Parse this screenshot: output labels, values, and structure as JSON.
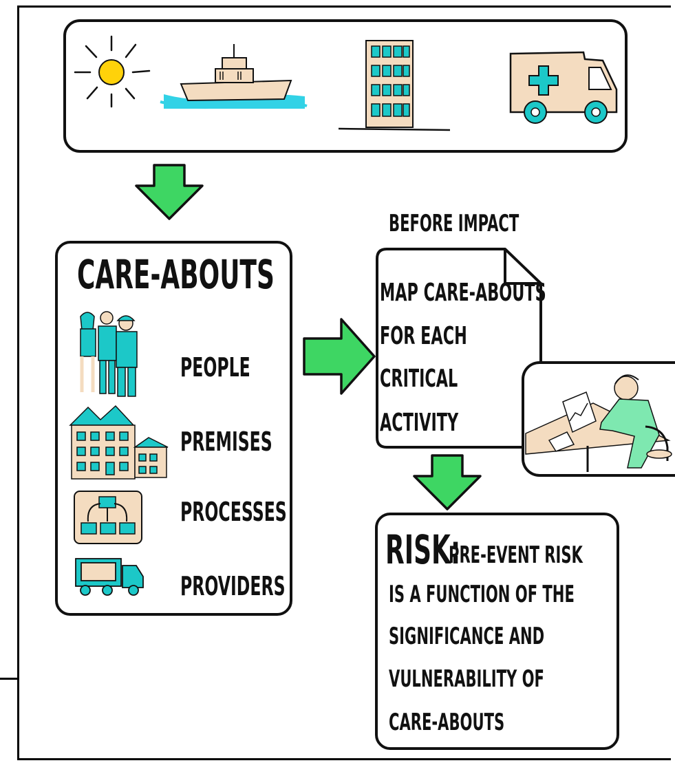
{
  "colors": {
    "arrow_green": "#3ed663",
    "skin": "#f4dcc0",
    "teal": "#1cc8c8",
    "sun": "#ffd20a",
    "water": "#32d2e6"
  },
  "icons": {
    "top_row": [
      "sun-icon",
      "ship-icon",
      "building-icon",
      "ambulance-icon"
    ],
    "care_abouts": [
      "people-icon",
      "premises-icon",
      "processes-icon",
      "providers-icon"
    ],
    "worker": "person-at-desk-icon"
  },
  "care_abouts": {
    "title": "CARE-ABOUTS",
    "items": [
      {
        "label": "PEOPLE"
      },
      {
        "label": "PREMISES"
      },
      {
        "label": "PROCESSES"
      },
      {
        "label": "PROVIDERS"
      }
    ]
  },
  "before_impact": {
    "heading": "BEFORE IMPACT",
    "doc_lines": [
      "MAP CARE-ABOUTS",
      "FOR EACH",
      "CRITICAL",
      "ACTIVITY"
    ]
  },
  "risk": {
    "keyword": "RISK:",
    "first_line": "PRE-EVENT RISK",
    "lines": [
      "IS A FUNCTION OF THE",
      "SIGNIFICANCE AND",
      "VULNERABILITY OF",
      "CARE-ABOUTS"
    ]
  }
}
